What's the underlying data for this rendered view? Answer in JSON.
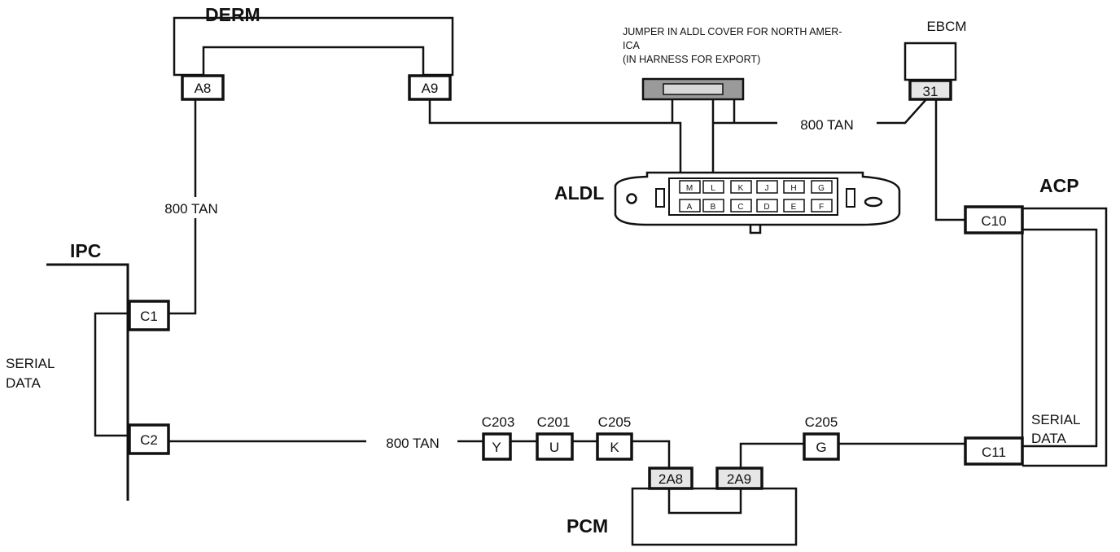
{
  "modules": {
    "derm": "DERM",
    "ebcm": "EBCM",
    "aldl": "ALDL",
    "ipc": "IPC",
    "acp": "ACP",
    "pcm": "PCM"
  },
  "note": {
    "line1": "JUMPER IN ALDL COVER FOR NORTH AMER-",
    "line2": "ICA",
    "line3": "(IN HARNESS FOR EXPORT)"
  },
  "wires": {
    "tan_ebcm": "800 TAN",
    "tan_derm": "800 TAN",
    "tan_ipc": "800 TAN"
  },
  "serial_data": {
    "left_line1": "SERIAL",
    "left_line2": "DATA",
    "right_line1": "SERIAL",
    "right_line2": "DATA"
  },
  "connectors": {
    "a8": "A8",
    "a9": "A9",
    "pin31": "31",
    "c1": "C1",
    "c2": "C2",
    "c10": "C10",
    "c11": "C11",
    "y": "Y",
    "u": "U",
    "k": "K",
    "g": "G",
    "p2a8": "2A8",
    "p2a9": "2A9"
  },
  "inline_connectors": {
    "c203": "C203",
    "c201": "C201",
    "c205_left": "C205",
    "c205_right": "C205"
  },
  "aldl_pins": {
    "top": [
      "M",
      "L",
      "K",
      "J",
      "H",
      "G"
    ],
    "bottom": [
      "A",
      "B",
      "C",
      "D",
      "E",
      "F"
    ]
  }
}
